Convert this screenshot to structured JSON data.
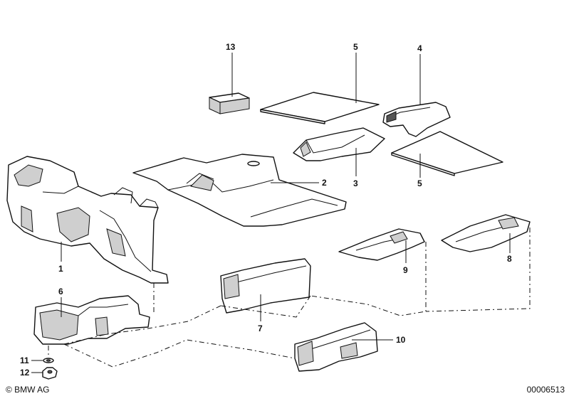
{
  "diagram": {
    "callouts": [
      "13",
      "5",
      "4",
      "2",
      "3",
      "5",
      "1",
      "9",
      "8",
      "6",
      "7",
      "10",
      "11",
      "12"
    ],
    "copyright": "© BMW AG",
    "diagram_number": "00006513"
  }
}
